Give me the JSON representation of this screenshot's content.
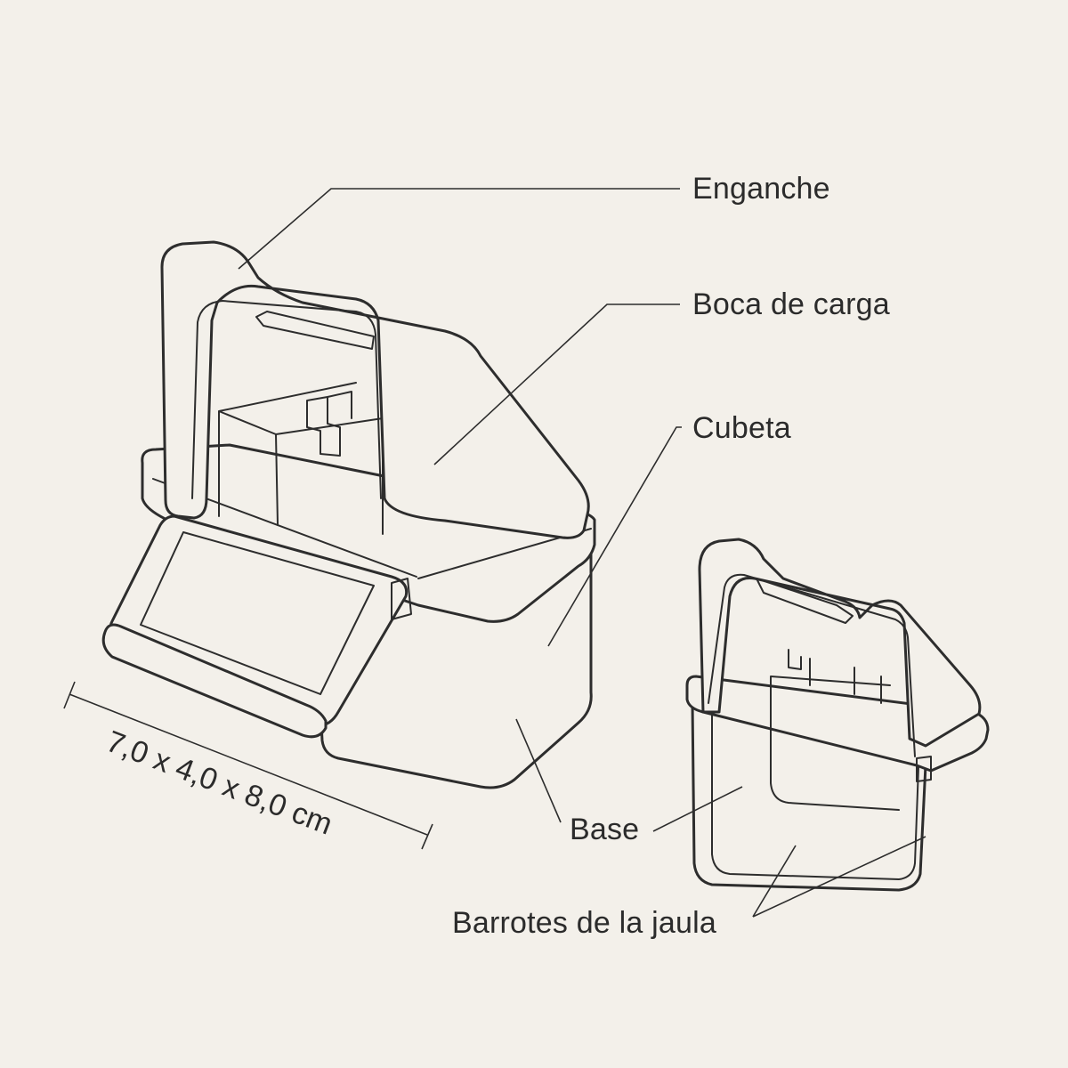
{
  "labels": {
    "hook": "Enganche",
    "fill_opening": "Boca de carga",
    "tray": "Cubeta",
    "base": "Base",
    "cage_bars": "Barrotes de la jaula"
  },
  "dimensions": "7,0 x 4,0 x 8,0 cm",
  "colors": {
    "background": "#f3f0ea",
    "line": "#2d2d2d",
    "text": "#2b2b2b"
  }
}
